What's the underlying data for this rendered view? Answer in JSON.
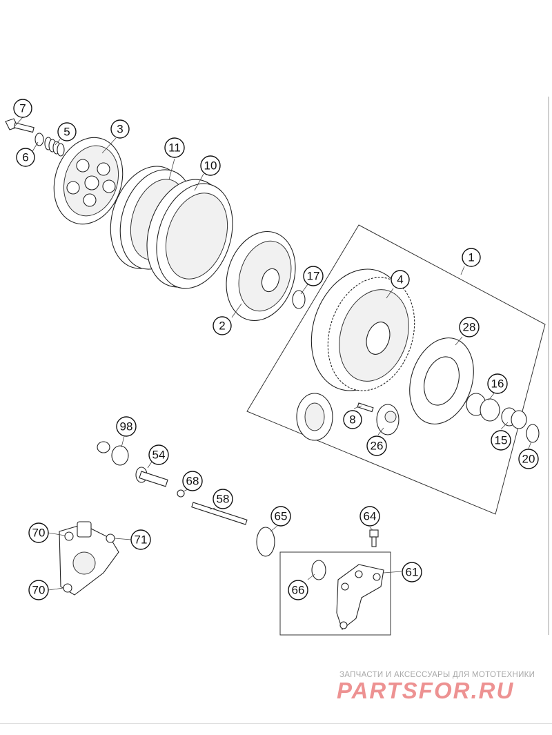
{
  "callouts": [
    "7",
    "6",
    "5",
    "3",
    "11",
    "10",
    "2",
    "17",
    "1",
    "4",
    "28",
    "16",
    "8",
    "26",
    "15",
    "20",
    "98",
    "54",
    "68",
    "58",
    "65",
    "64",
    "61",
    "66",
    "70",
    "70",
    "71"
  ],
  "watermark": {
    "subtitle": "ЗАПЧАСТИ И АКСЕССУАРЫ ДЛЯ МОТОТЕХНИКИ",
    "logo": "PARTSFOR.RU"
  },
  "colors": {
    "ink": "#111111",
    "watermark_logo": "#e03a3a",
    "watermark_sub": "#a9a9a9"
  }
}
